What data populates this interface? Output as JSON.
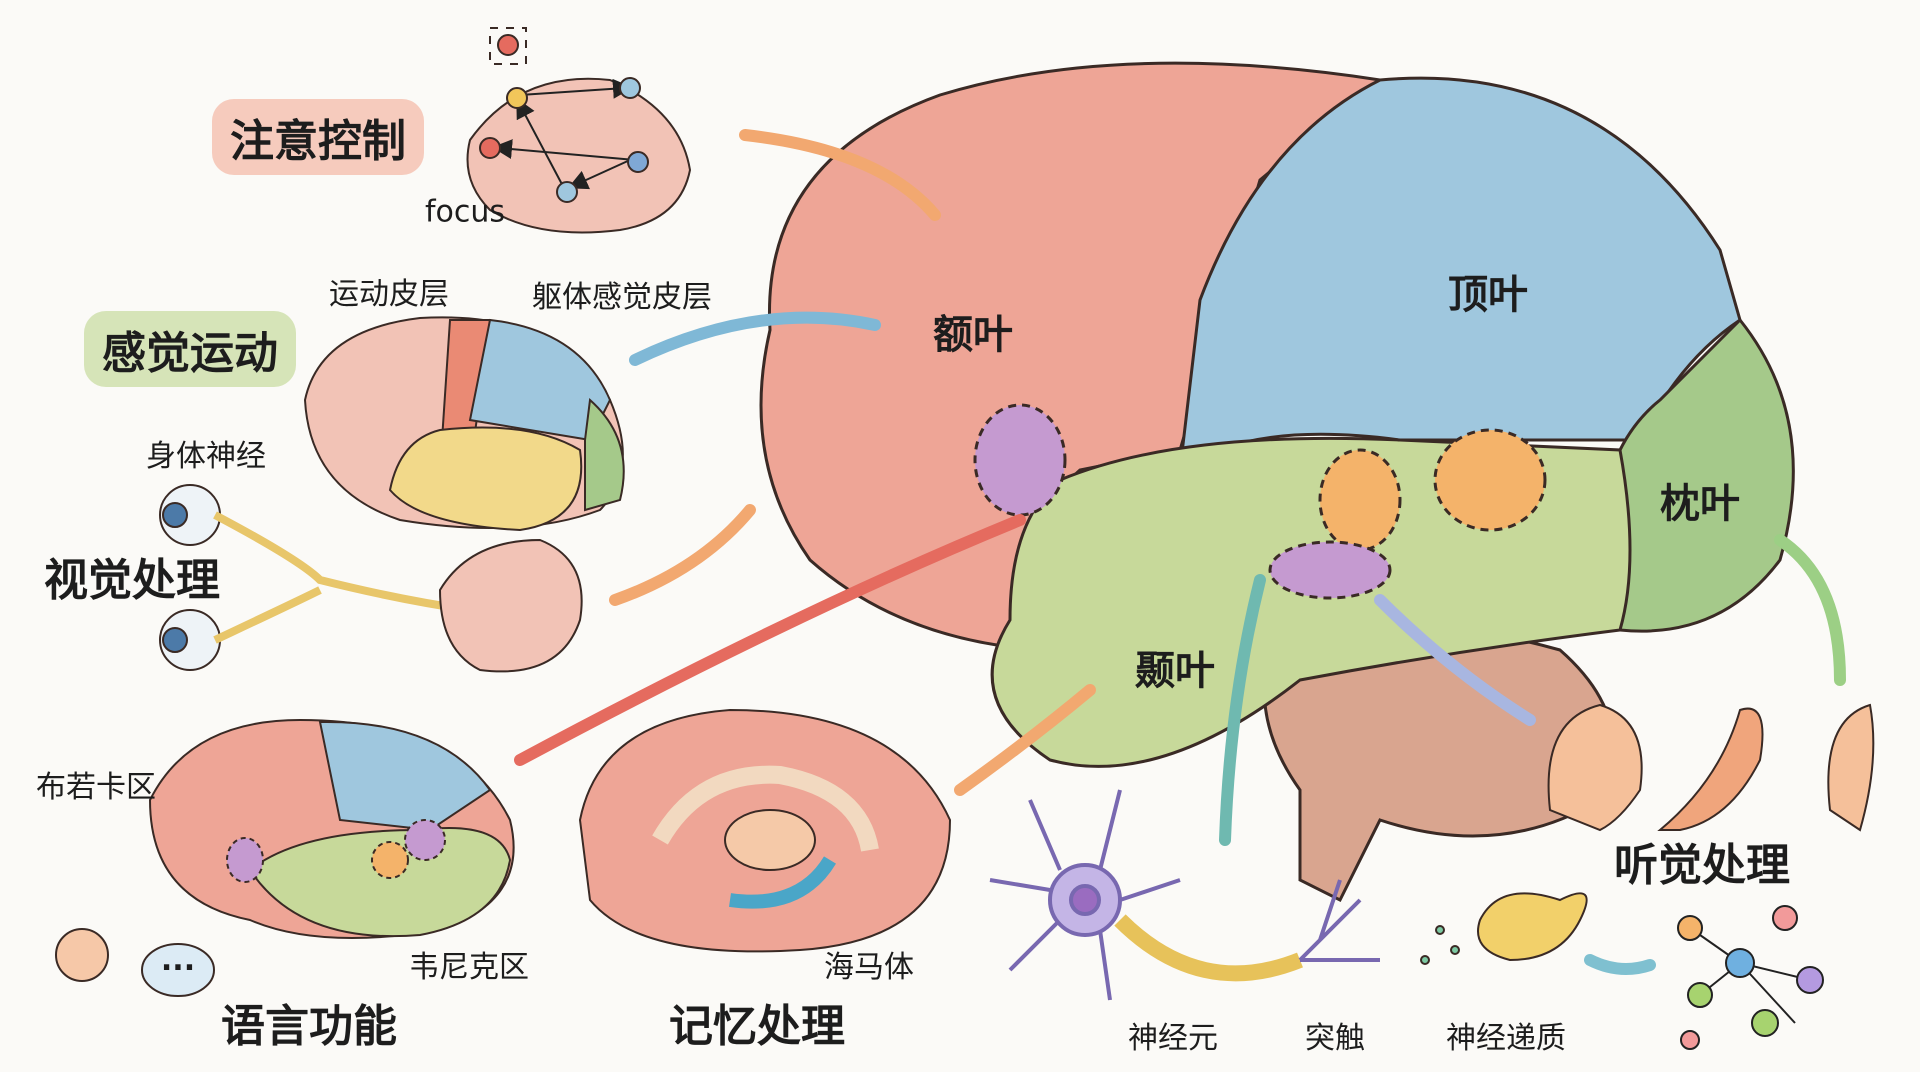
{
  "title_labels": {
    "attention": "注意控制",
    "sensorimotor": "感觉运动",
    "vision": "视觉处理",
    "language": "语言功能",
    "memory": "记忆处理",
    "auditory": "听觉处理"
  },
  "lobes": {
    "frontal": "额叶",
    "parietal": "顶叶",
    "occipital": "枕叶",
    "temporal": "颞叶"
  },
  "small_labels": {
    "focus": "focus",
    "motor_cortex": "运动皮层",
    "somatosensory_cortex": "躯体感觉皮层",
    "body_nerves": "身体神经",
    "broca": "布若卡区",
    "wernicke": "韦尼克区",
    "hippocampus": "海马体",
    "neuron": "神经元",
    "synapse": "突触",
    "neurotransmitter": "神经递质"
  },
  "speech_bubble": "···",
  "colors": {
    "frontal": "#eea596",
    "parietal": "#9fc7de",
    "occipital": "#a5c98a",
    "temporal": "#c7d99a",
    "yellow": "#f2d98a",
    "orange": "#f4b36a",
    "purple": "#c59ad0",
    "arrow_blue": "#7fb8d6",
    "arrow_orange": "#f2a870",
    "arrow_red": "#e56b5f",
    "arrow_teal": "#6fb9b0",
    "pill_red": "#f6cbbd",
    "pill_green": "#d6e4b8"
  }
}
